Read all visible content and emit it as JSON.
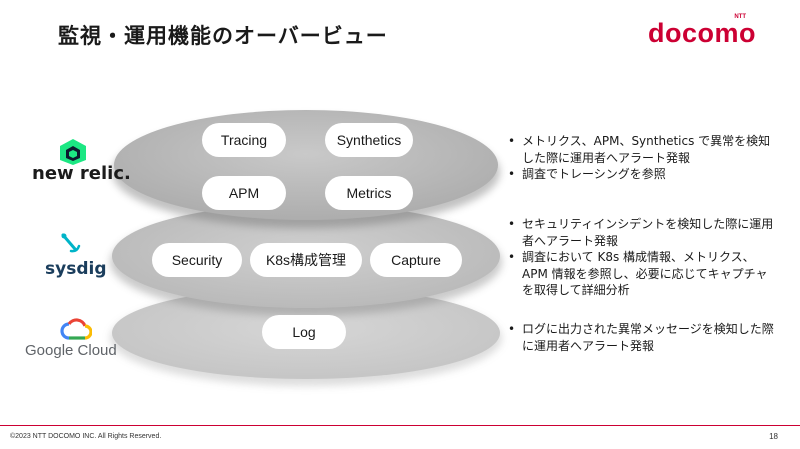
{
  "slide": {
    "title": "監視・運用機能のオーバービュー",
    "brand": {
      "top": "NTT",
      "name": "docomo",
      "color": "#cc0033"
    }
  },
  "vendors": [
    {
      "name": "new relic.",
      "icon": "newrelic-icon"
    },
    {
      "name": "sysdig",
      "icon": "sysdig-icon"
    },
    {
      "name": "Google Cloud",
      "icon": "google-cloud-icon"
    }
  ],
  "layers": {
    "top": [
      "Tracing",
      "Synthetics",
      "APM",
      "Metrics"
    ],
    "middle": [
      "Security",
      "K8s構成管理",
      "Capture"
    ],
    "bottom": [
      "Log"
    ]
  },
  "descriptions": {
    "newrelic": [
      "メトリクス、APM、Synthetics で異常を検知した際に運用者へアラート発報",
      "調査でトレーシングを参照"
    ],
    "sysdig": [
      "セキュリティインシデントを検知した際に運用者へアラート発報",
      "調査において K8s 構成情報、メトリクス、APM 情報を参照し、必要に応じてキャプチャを取得して詳細分析"
    ],
    "gcp": [
      "ログに出力された異常メッセージを検知した際に運用者へアラート発報"
    ]
  },
  "footer": {
    "copyright": "©2023 NTT DOCOMO INC. All Rights Reserved.",
    "page": "18"
  }
}
